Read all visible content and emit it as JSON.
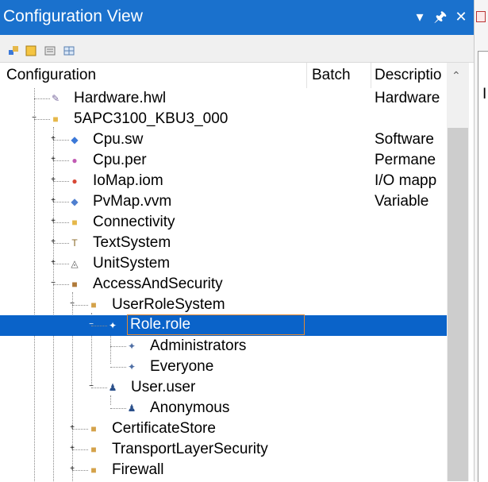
{
  "window": {
    "title": "Configuration View",
    "buttons": {
      "dropdown": "▾",
      "pin": "🖈",
      "close": "✕"
    }
  },
  "right_strip": {
    "text": "I"
  },
  "toolbar": {
    "icons": [
      "tree-view-icon",
      "properties-icon",
      "list-icon",
      "grid-icon"
    ]
  },
  "columns": [
    "Configuration",
    "Batch",
    "Descriptio"
  ],
  "tree": [
    {
      "name": "hardware-hwl",
      "label": "Hardware.hwl",
      "desc": "Hardware",
      "icon_glyph": "✎",
      "icon_color": "#7a6a9e",
      "expander": "",
      "selected": false
    },
    {
      "name": "config-5apc",
      "label": "5APC3100_KBU3_000",
      "desc": "",
      "icon_glyph": "■",
      "icon_color": "#e6b84a",
      "expander": "−",
      "selected": false
    },
    {
      "name": "cpu-sw",
      "label": "Cpu.sw",
      "desc": "Software",
      "icon_glyph": "◆",
      "icon_color": "#3b78d8",
      "expander": "+",
      "selected": false
    },
    {
      "name": "cpu-per",
      "label": "Cpu.per",
      "desc": "Permane",
      "icon_glyph": "●",
      "icon_color": "#c15ab2",
      "expander": "+",
      "selected": false
    },
    {
      "name": "iomap-iom",
      "label": "IoMap.iom",
      "desc": "I/O mapp",
      "icon_glyph": "●",
      "icon_color": "#d84836",
      "expander": "+",
      "selected": false
    },
    {
      "name": "pvmap-vvm",
      "label": "PvMap.vvm",
      "desc": "Variable",
      "icon_glyph": "◆",
      "icon_color": "#4f7fcf",
      "expander": "+",
      "selected": false
    },
    {
      "name": "connectivity",
      "label": "Connectivity",
      "desc": "",
      "icon_glyph": "■",
      "icon_color": "#e6b84a",
      "expander": "+",
      "selected": false
    },
    {
      "name": "textsystem",
      "label": "TextSystem",
      "desc": "",
      "icon_glyph": "T",
      "icon_color": "#8a6a2a",
      "expander": "+",
      "selected": false
    },
    {
      "name": "unitsystem",
      "label": "UnitSystem",
      "desc": "",
      "icon_glyph": "◬",
      "icon_color": "#5c5c5c",
      "expander": "+",
      "selected": false
    },
    {
      "name": "accessandsecurity",
      "label": "AccessAndSecurity",
      "desc": "",
      "icon_glyph": "■",
      "icon_color": "#b07a3a",
      "expander": "−",
      "selected": false
    },
    {
      "name": "userrolesystem",
      "label": "UserRoleSystem",
      "desc": "",
      "icon_glyph": "■",
      "icon_color": "#d4a24a",
      "expander": "−",
      "selected": false
    },
    {
      "name": "role-role",
      "label": "Role.role",
      "desc": "",
      "icon_glyph": "✦",
      "icon_color": "#ffffff",
      "expander": "−",
      "selected": true
    },
    {
      "name": "administrators",
      "label": "Administrators",
      "desc": "",
      "icon_glyph": "✦",
      "icon_color": "#4f6fa5",
      "expander": "",
      "selected": false
    },
    {
      "name": "everyone",
      "label": "Everyone",
      "desc": "",
      "icon_glyph": "✦",
      "icon_color": "#4f6fa5",
      "expander": "",
      "selected": false
    },
    {
      "name": "user-user",
      "label": "User.user",
      "desc": "",
      "icon_glyph": "♟",
      "icon_color": "#2a4f8a",
      "expander": "−",
      "selected": false
    },
    {
      "name": "anonymous",
      "label": "Anonymous",
      "desc": "",
      "icon_glyph": "♟",
      "icon_color": "#2a4f8a",
      "expander": "",
      "selected": false
    },
    {
      "name": "certificatestore",
      "label": "CertificateStore",
      "desc": "",
      "icon_glyph": "■",
      "icon_color": "#d4a24a",
      "expander": "+",
      "selected": false
    },
    {
      "name": "transportlayersecurity",
      "label": "TransportLayerSecurity",
      "desc": "",
      "icon_glyph": "■",
      "icon_color": "#d4a24a",
      "expander": "+",
      "selected": false
    },
    {
      "name": "firewall",
      "label": "Firewall",
      "desc": "",
      "icon_glyph": "■",
      "icon_color": "#d4a24a",
      "expander": "+",
      "selected": false
    }
  ]
}
